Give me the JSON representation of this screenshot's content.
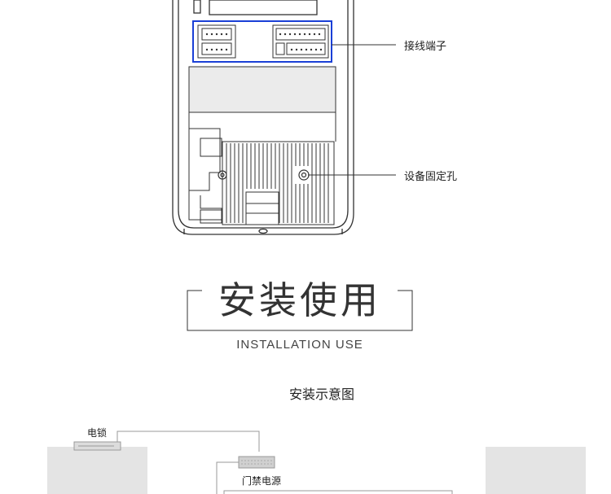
{
  "callouts": {
    "terminal": "接线端子",
    "mounting_hole": "设备固定孔"
  },
  "section": {
    "title": "安装使用",
    "subtitle": "INSTALLATION USE"
  },
  "install_diagram": {
    "heading": "安装示意图",
    "electric_lock": "电锁",
    "access_power": "门禁电源"
  },
  "colors": {
    "highlight": "#1a3fd6",
    "stroke": "#333333",
    "panel_fill": "#e4e4e4"
  }
}
